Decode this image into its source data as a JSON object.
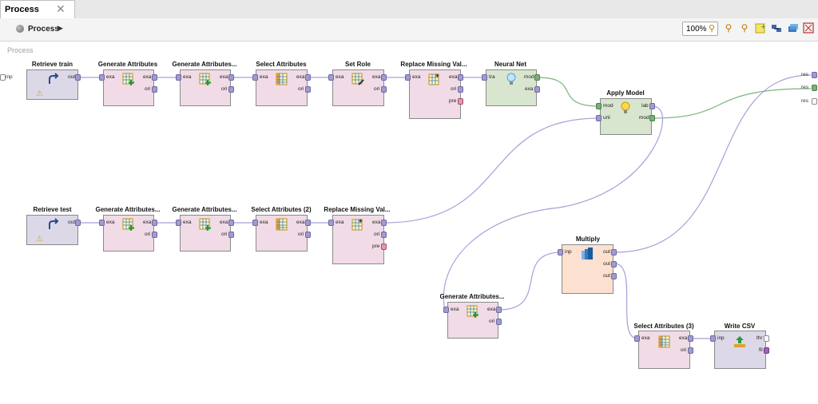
{
  "tab": {
    "label": "Process",
    "close": "✕"
  },
  "breadcrumb": {
    "label": "Process"
  },
  "zoom": {
    "label": "100%"
  },
  "canvas": {
    "label": "Process"
  },
  "process_ports": {
    "inp": "inp",
    "res1": "res",
    "res2": "res",
    "res3": "res"
  },
  "operators": {
    "retrieve_train": {
      "title": "Retrieve train",
      "ports": [
        "out"
      ]
    },
    "gen_attr_1": {
      "title": "Generate Attributes",
      "ports": [
        "exa",
        "exa",
        "ori"
      ]
    },
    "gen_attr_2": {
      "title": "Generate Attributes...",
      "ports": [
        "exa",
        "exa",
        "ori"
      ]
    },
    "select_attr_1": {
      "title": "Select Attributes",
      "ports": [
        "exa",
        "exa",
        "ori"
      ]
    },
    "set_role": {
      "title": "Set Role",
      "ports": [
        "exa",
        "exa",
        "ori"
      ]
    },
    "replace_missing_1": {
      "title": "Replace Missing Val...",
      "ports": [
        "exa",
        "exa",
        "ori",
        "pre"
      ]
    },
    "neural_net": {
      "title": "Neural Net",
      "ports": [
        "tra",
        "mod",
        "exa"
      ]
    },
    "apply_model": {
      "title": "Apply Model",
      "ports": [
        "mod",
        "unl",
        "lab",
        "mod"
      ]
    },
    "retrieve_test": {
      "title": "Retrieve test",
      "ports": [
        "out"
      ]
    },
    "gen_attr_3": {
      "title": "Generate Attributes...",
      "ports": [
        "exa",
        "exa",
        "ori"
      ]
    },
    "gen_attr_4": {
      "title": "Generate Attributes...",
      "ports": [
        "exa",
        "exa",
        "ori"
      ]
    },
    "select_attr_2": {
      "title": "Select Attributes (2)",
      "ports": [
        "exa",
        "exa",
        "ori"
      ]
    },
    "replace_missing_2": {
      "title": "Replace Missing Val...",
      "ports": [
        "exa",
        "exa",
        "ori",
        "pre"
      ]
    },
    "gen_attr_5": {
      "title": "Generate Attributes...",
      "ports": [
        "exa",
        "exa",
        "ori"
      ]
    },
    "multiply": {
      "title": "Multiply",
      "ports": [
        "inp",
        "out",
        "out",
        "out"
      ]
    },
    "select_attr_3": {
      "title": "Select Attributes (3)",
      "ports": [
        "exa",
        "exa",
        "ori"
      ]
    },
    "write_csv": {
      "title": "Write CSV",
      "ports": [
        "inp",
        "thr",
        "fil"
      ]
    }
  }
}
